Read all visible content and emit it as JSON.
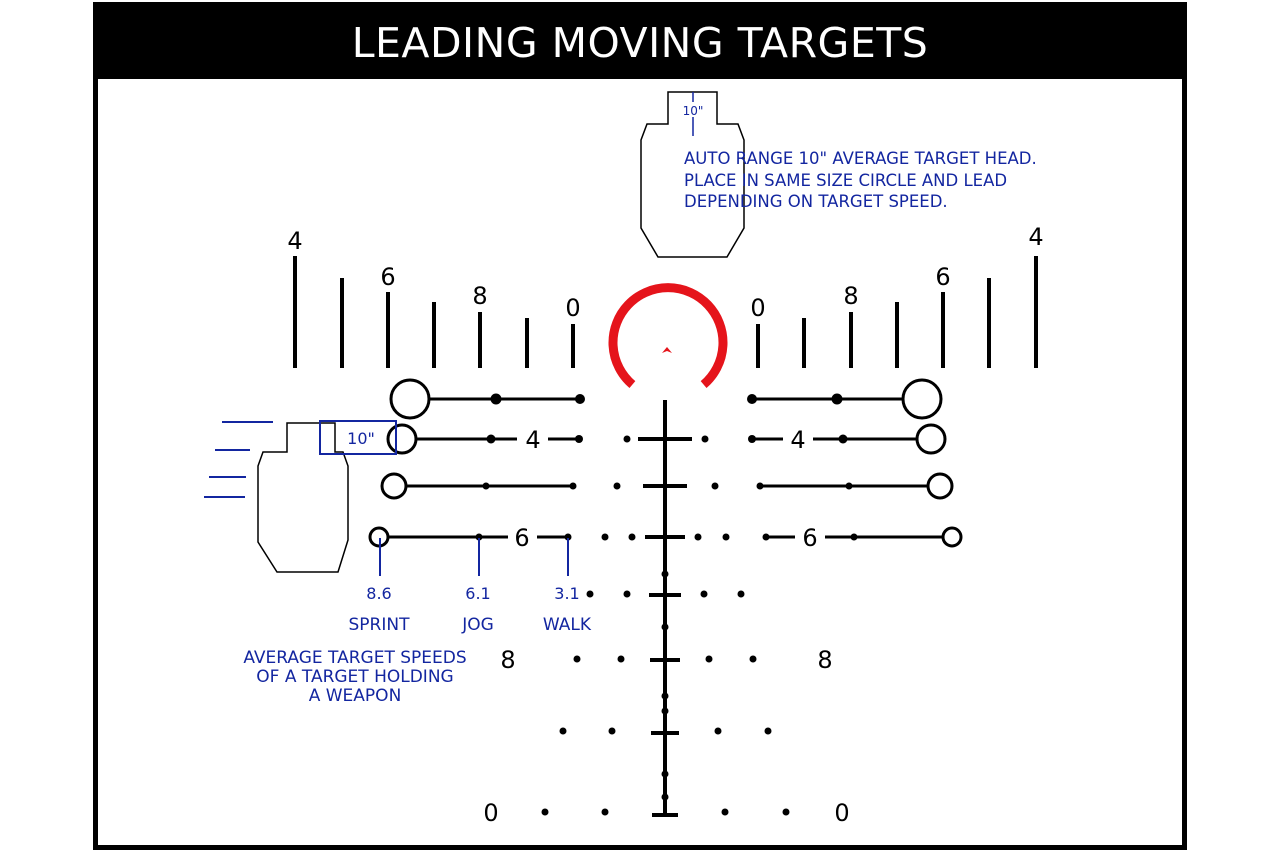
{
  "title": "LEADING MOVING TARGETS",
  "colors": {
    "reticle": "#000000",
    "circle": "#e5141b",
    "annotation": "#1326a0"
  },
  "target_top": {
    "head_label": "10\"",
    "note_lines": [
      "AUTO RANGE 10\" AVERAGE TARGET HEAD.",
      "PLACE IN SAME SIZE CIRCLE AND LEAD",
      "DEPENDING ON TARGET SPEED."
    ]
  },
  "target_left": {
    "head_label": "10\""
  },
  "top_scale_labels": {
    "left": [
      "4",
      "6",
      "8",
      "0"
    ],
    "right": [
      "0",
      "8",
      "6",
      "4"
    ]
  },
  "row_labels": {
    "row2": "4",
    "row4": "6",
    "row6": "8",
    "row8": "0"
  },
  "speeds": [
    {
      "value": "8.6",
      "name": "SPRINT"
    },
    {
      "value": "6.1",
      "name": "JOG"
    },
    {
      "value": "3.1",
      "name": "WALK"
    }
  ],
  "speed_note_lines": [
    "AVERAGE TARGET SPEEDS",
    "OF A TARGET HOLDING",
    "A WEAPON"
  ]
}
